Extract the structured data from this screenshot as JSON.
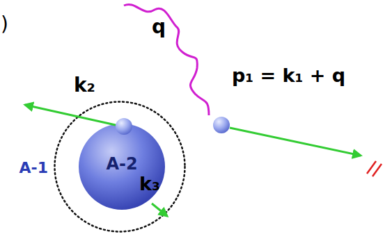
{
  "diagram": {
    "nodes": [
      {
        "text": [
          "A-1"
        ]
      },
      {
        "text": [
          "A-2"
        ],
        "in": 0
      }
    ],
    "labels": [
      ")",
      "q",
      "k₂",
      "p₁ = k₁ + q",
      "k₃"
    ]
  }
}
